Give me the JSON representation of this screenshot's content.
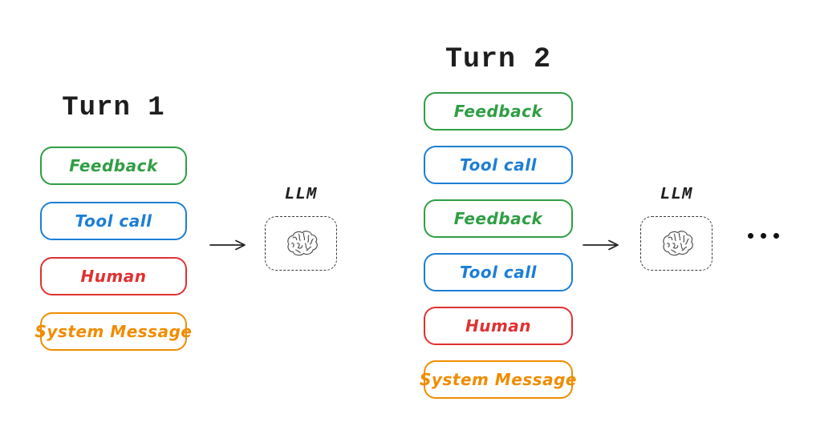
{
  "palette": {
    "green": "#2f9e44",
    "blue": "#1c7ed6",
    "red": "#e03131",
    "orange": "#f08c00",
    "ink": "#1e1e1e"
  },
  "turns": [
    {
      "title": "Turn 1",
      "messages": [
        {
          "label": "Feedback",
          "color": "green"
        },
        {
          "label": "Tool call",
          "color": "blue"
        },
        {
          "label": "Human",
          "color": "red"
        },
        {
          "label": "System Message",
          "color": "orange"
        }
      ]
    },
    {
      "title": "Turn 2",
      "messages": [
        {
          "label": "Feedback",
          "color": "green"
        },
        {
          "label": "Tool call",
          "color": "blue"
        },
        {
          "label": "Feedback",
          "color": "green"
        },
        {
          "label": "Tool call",
          "color": "blue"
        },
        {
          "label": "Human",
          "color": "red"
        },
        {
          "label": "System Message",
          "color": "orange"
        }
      ]
    }
  ],
  "llm": {
    "label": "LLM"
  },
  "icons": {
    "brain": "brain-doodle",
    "arrow": "right-arrow",
    "ellipsis": "continuation-dots"
  }
}
